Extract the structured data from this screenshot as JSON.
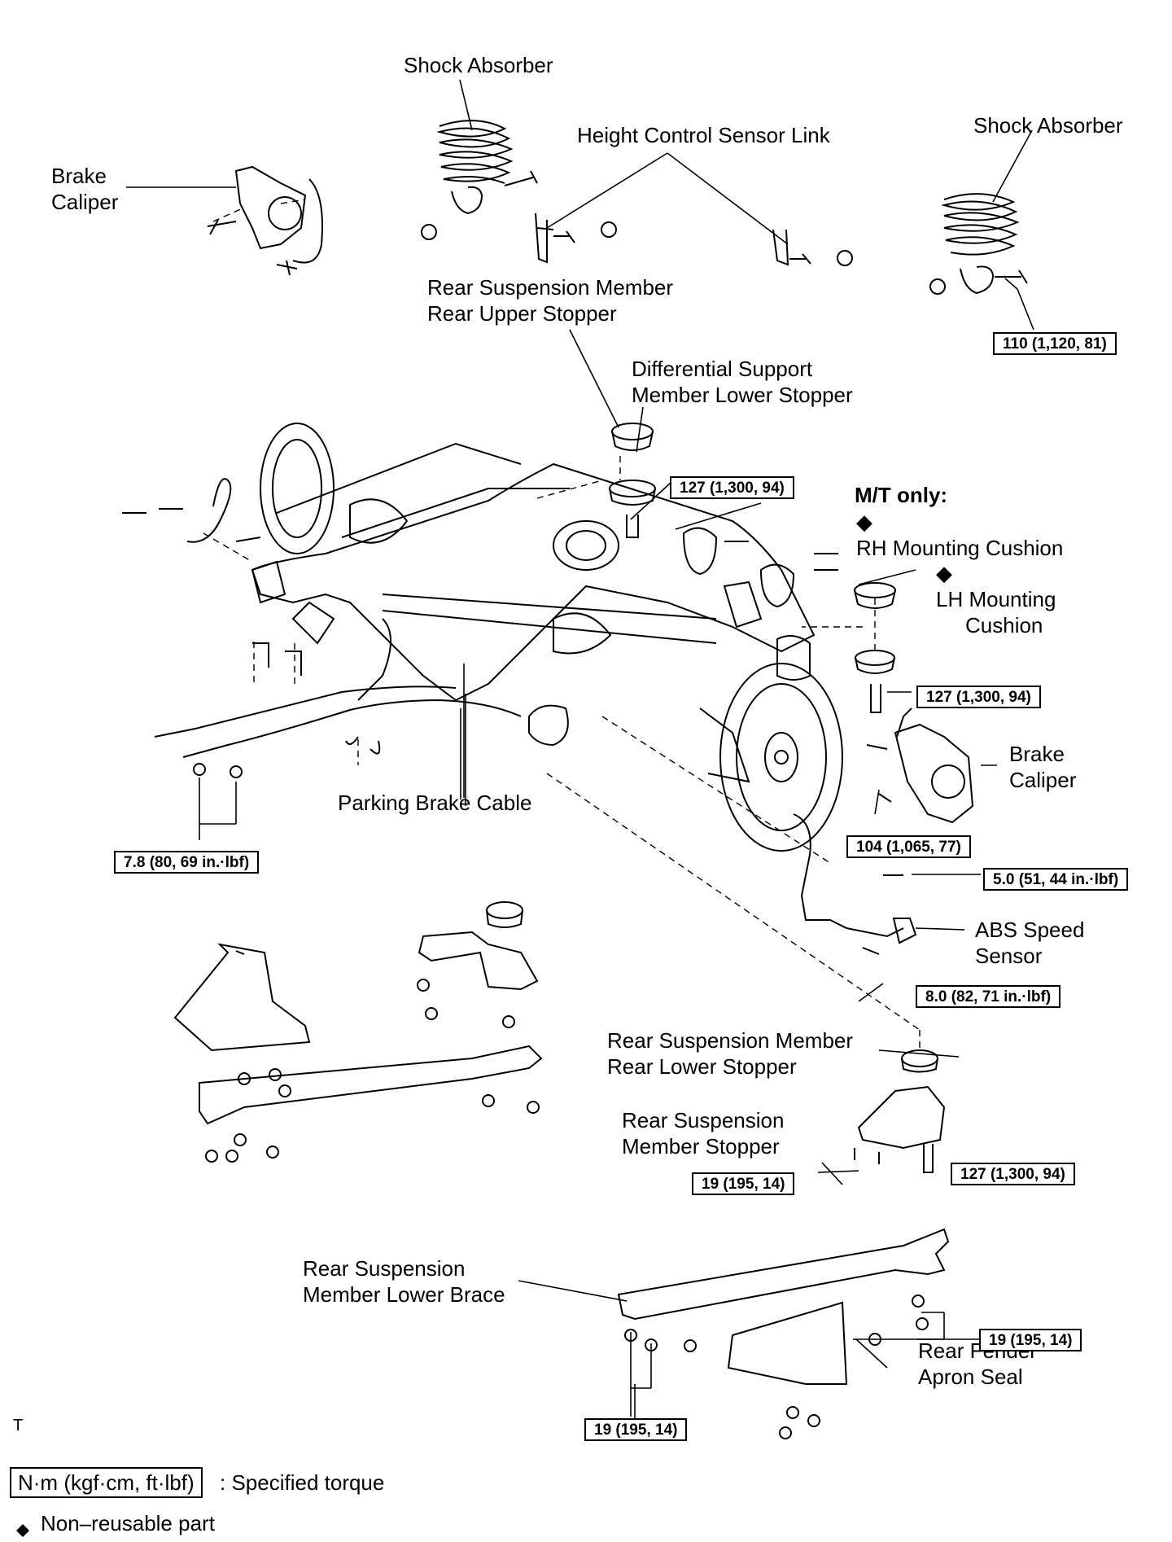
{
  "labels": {
    "shock_absorber_left": "Shock Absorber",
    "shock_absorber_right": "Shock Absorber",
    "brake_caliper_left": [
      "Brake",
      "Caliper"
    ],
    "brake_caliper_right": [
      "Brake",
      "Caliper"
    ],
    "height_control_sensor_link": "Height Control Sensor Link",
    "rear_upper_stopper": [
      "Rear Suspension Member",
      "Rear Upper Stopper"
    ],
    "diff_support_lower_stopper": [
      "Differential Support",
      "Member Lower Stopper"
    ],
    "mt_only": "M/T only:",
    "rh_mounting_cushion": "RH Mounting Cushion",
    "lh_mounting_cushion": [
      "LH Mounting",
      "Cushion"
    ],
    "parking_brake_cable": "Parking Brake Cable",
    "abs_speed_sensor": [
      "ABS Speed",
      "Sensor"
    ],
    "rear_lower_stopper": [
      "Rear Suspension Member",
      "Rear Lower Stopper"
    ],
    "member_stopper": [
      "Rear Suspension",
      "Member Stopper"
    ],
    "lower_brace": [
      "Rear Suspension",
      "Member Lower Brace"
    ],
    "fender_apron_seal": [
      "Rear Fender",
      "Apron Seal"
    ],
    "corner_mark": "T"
  },
  "diamond_symbol": "◆",
  "torques": {
    "shock": "110 (1,120, 81)",
    "diff_upper": "127 (1,300, 94)",
    "diff_right": "127 (1,300, 94)",
    "parking_brake": "7.8 (80, 69 in.·lbf)",
    "caliper": "104 (1,065, 77)",
    "abs_bracket": "5.0 (51, 44 in.·lbf)",
    "abs_sensor": "8.0 (82, 71 in.·lbf)",
    "stopper_left": "19 (195, 14)",
    "stopper_right": "127 (1,300, 94)",
    "brace_right": "19 (195, 14)",
    "brace_bottom": "19 (195, 14)"
  },
  "legend": {
    "unit_box": "N·m (kgf·cm, ft·lbf)",
    "unit_text": ": Specified torque",
    "nonreusable": "Non–reusable part"
  }
}
